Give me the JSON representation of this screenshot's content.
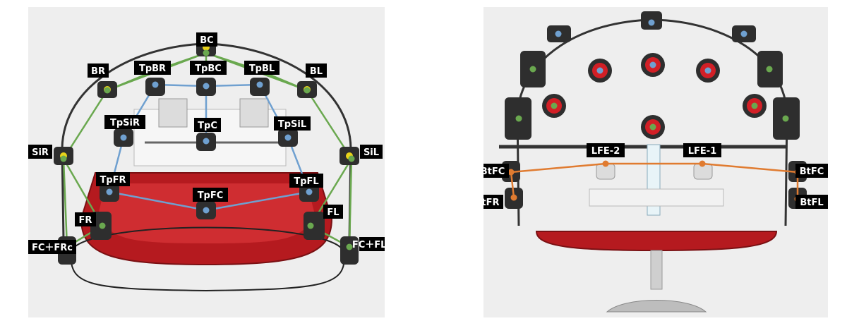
{
  "colors": {
    "front_ring": "#6aa84f",
    "top_ring": "#6fa0d0",
    "bottom_line": "#e07b30",
    "speaker_body": "#2e2e2e",
    "speaker_red": "#d21f26",
    "speaker_yellow": "#e8d21a",
    "panel_bg": "#eeeeee"
  },
  "left_view": {
    "labels": {
      "BC": "BC",
      "BR": "BR",
      "BL": "BL",
      "TpBR": "TpBR",
      "TpBC": "TpBC",
      "TpBL": "TpBL",
      "TpSiR": "TpSiR",
      "TpC": "TpC",
      "TpSiL": "TpSiL",
      "SiR": "SiR",
      "SiL": "SiL",
      "TpFR": "TpFR",
      "TpFC": "TpFC",
      "TpFL": "TpFL",
      "FR": "FR",
      "FL": "FL",
      "FCFRc": "FC＋FRc",
      "FCFLc": "FC＋FLc"
    }
  },
  "right_view": {
    "labels": {
      "LFE2": "LFE-2",
      "LFE1": "LFE-1",
      "BtFC_left": "BtFC",
      "BtFC_right": "BtFC",
      "BtFR": "BtFR",
      "BtFL": "BtFL"
    }
  }
}
